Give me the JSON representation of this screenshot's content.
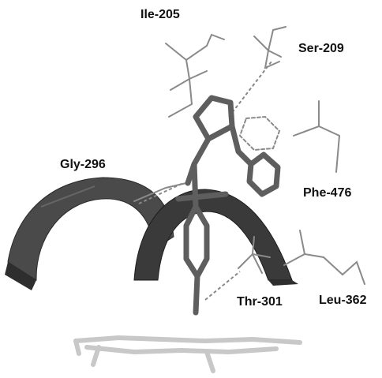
{
  "residues": {
    "ile": "Ile-205",
    "ser": "Ser-209",
    "gly": "Gly-296",
    "phe": "Phe-476",
    "thr": "Thr-301",
    "leu": "Leu-362"
  },
  "colors": {
    "helix": "#3c3c3c",
    "ligand": "#5e5e5e",
    "residue_lines": "#8a8a8a",
    "heme": "#c8c8c8",
    "hbond": "#888888"
  }
}
